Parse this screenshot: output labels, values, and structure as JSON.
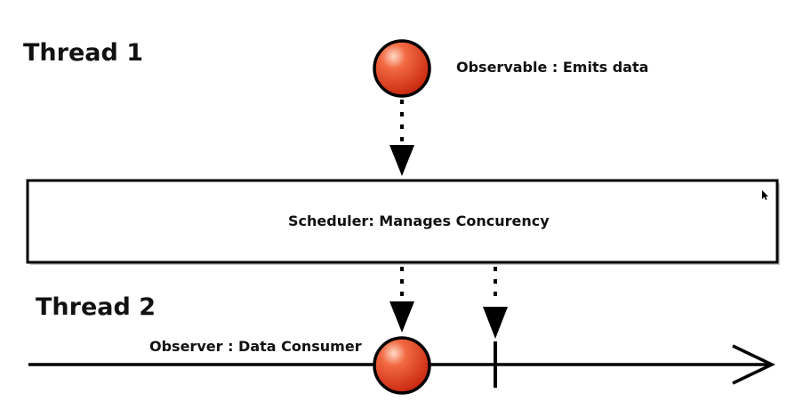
{
  "thread1": {
    "label": "Thread 1"
  },
  "thread2": {
    "label": "Thread 2"
  },
  "observable": {
    "label": "Observable : Emits data"
  },
  "scheduler": {
    "label": "Scheduler: Manages Concurency"
  },
  "observer": {
    "label": "Observer : Data Consumer"
  },
  "colors": {
    "marble_fill": "#e0391c",
    "marble_highlight": "#ffd9c8",
    "stroke": "#000000",
    "box_fill": "#ffffff",
    "shadow": "#bdbdbd"
  }
}
